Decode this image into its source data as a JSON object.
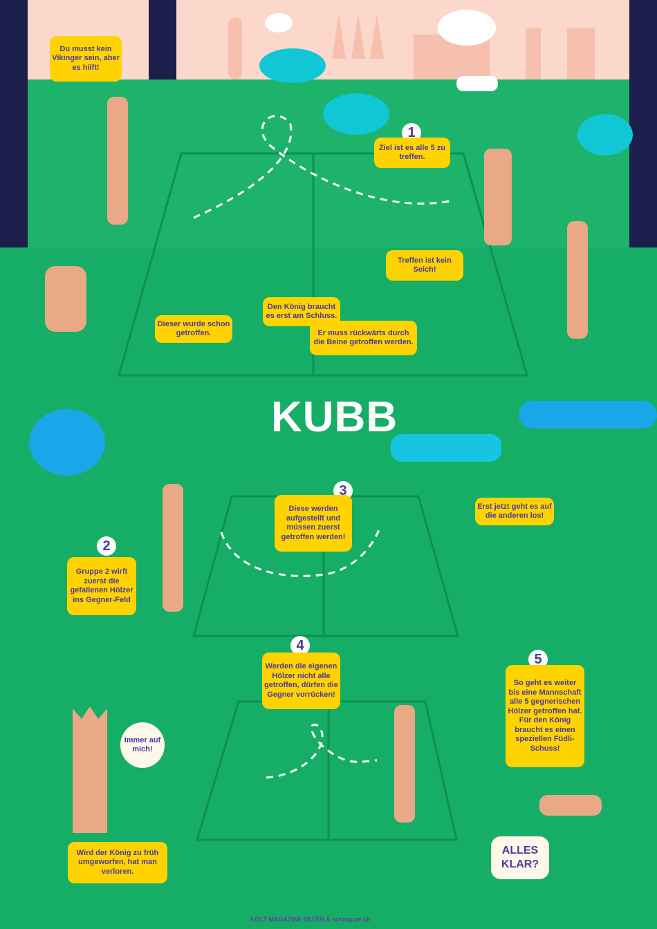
{
  "title": "KUBB",
  "bubbles": {
    "viking": "Du musst kein Vikinger sein, aber es hilft!",
    "goal": "Ziel ist es alle 5 zu treffen.",
    "seich": "Treffen ist kein Seich!",
    "koenig": "Den König braucht es erst am Schluss.",
    "rueckwaerts": "Er muss rückwärts durch die Beine getroffen werden.",
    "getroffen": "Dieser wurde schon getroffen.",
    "aufgestellt": "Diese werden aufgestellt und müssen zuerst getroffen werden!",
    "erstjetzt": "Erst jetzt geht es auf die anderen los!",
    "gruppe2": "Gruppe 2 wirft zuerst die gefallenen Hölzer ins Gegner-Feld",
    "vorruecken": "Werden die eigenen Hölzer nicht alle getroffen, dürfen die Gegner vorrücken!",
    "sogehtes": "So geht es weiter bis eine Mannschaft alle 5 gegnerischen Hölzer getroffen hat. Für den König braucht es einen speziellen Füdli-Schuss!",
    "immer": "Immer auf mich!",
    "verloren": "Wird der König zu früh umgeworfen, hat man verloren.",
    "allesklar": "ALLES KLAR?"
  },
  "numbers": [
    "1",
    "2",
    "3",
    "4",
    "5"
  ],
  "footer": "KOLT MAGAZINE OLTEN & schnuppe.ch",
  "colors": {
    "grass": "#1db36b",
    "yellow": "#ffd300",
    "text": "#4b3a9c",
    "sky": "#fbd8cb",
    "trunk": "#1c1e4c"
  }
}
